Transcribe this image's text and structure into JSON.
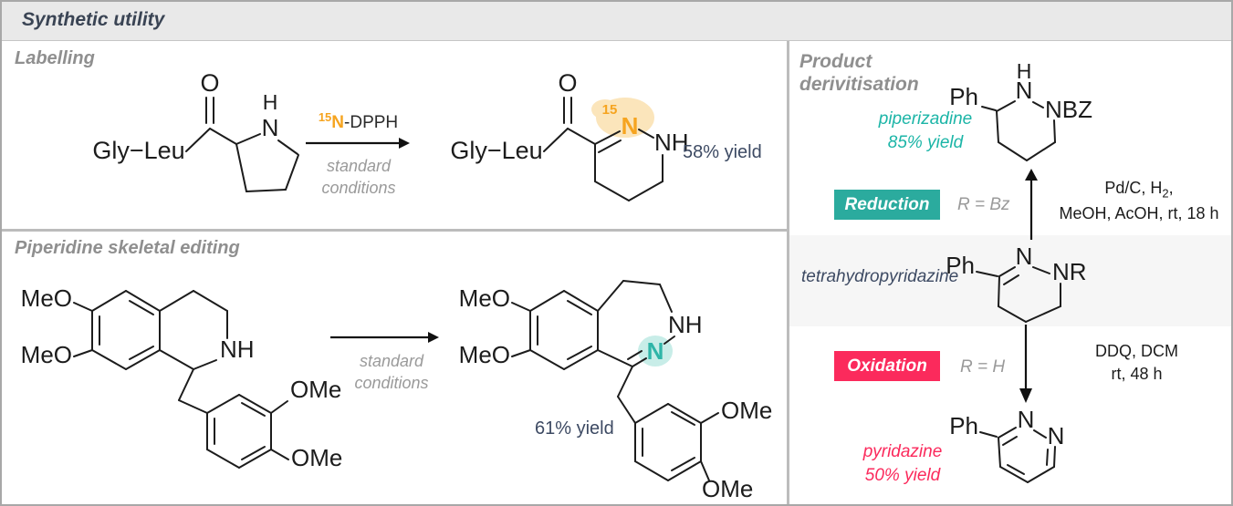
{
  "header": {
    "title": "Synthetic utility"
  },
  "colors": {
    "accent_orange": "#f6a41f",
    "orange_glow": "#fbe5bb",
    "accent_teal": "#2bab9e",
    "teal_glow": "#c8ede8",
    "accent_pink": "#fb2a5c",
    "navy_text": "#3d4a63",
    "section_gray": "#8f8f8f"
  },
  "labelling": {
    "title": "Labelling",
    "reactant": {
      "peptide": "Gly−Leu",
      "o": "O",
      "h": "H",
      "n": "N"
    },
    "reagent": {
      "isotope": "15",
      "element": "N",
      "suffix": "-DPPH"
    },
    "conditions": {
      "line1": "standard",
      "line2": "conditions"
    },
    "product": {
      "peptide": "Gly−Leu",
      "o": "O",
      "isotope": "15",
      "n": "N",
      "nh": "NH"
    },
    "yield": "58% yield"
  },
  "editing": {
    "title": "Piperidine skeletal editing",
    "reactant": {
      "meo_top": "MeO",
      "meo_bottom": "MeO",
      "nh": "NH",
      "ome_top": "OMe",
      "ome_bottom": "OMe"
    },
    "conditions": {
      "line1": "standard",
      "line2": "conditions"
    },
    "product": {
      "meo_top": "MeO",
      "meo_bottom": "MeO",
      "nh": "NH",
      "n": "N",
      "ome_top": "OMe",
      "ome_bottom": "OMe"
    },
    "yield": "61% yield"
  },
  "derivatisation": {
    "title_line1": "Product",
    "title_line2": "derivitisation",
    "top_product": {
      "name": "piperizadine",
      "yield": "85% yield",
      "ph": "Ph",
      "h": "H",
      "n": "N",
      "nbz": "NBZ"
    },
    "reduction": {
      "badge": "Reduction",
      "r_group": "R = Bz",
      "cond1_pre": "Pd/C, H",
      "cond1_sub": "2",
      "cond1_post": ",",
      "cond2": "MeOH, AcOH, rt, 18 h"
    },
    "substrate": {
      "name": "tetrahydropyridazine",
      "ph": "Ph",
      "n": "N",
      "nr": "NR"
    },
    "oxidation": {
      "badge": "Oxidation",
      "r_group": "R = H",
      "cond1": "DDQ, DCM",
      "cond2": "rt, 48 h"
    },
    "bottom_product": {
      "name": "pyridazine",
      "yield": "50% yield",
      "ph": "Ph",
      "n1": "N",
      "n2": "N"
    }
  }
}
